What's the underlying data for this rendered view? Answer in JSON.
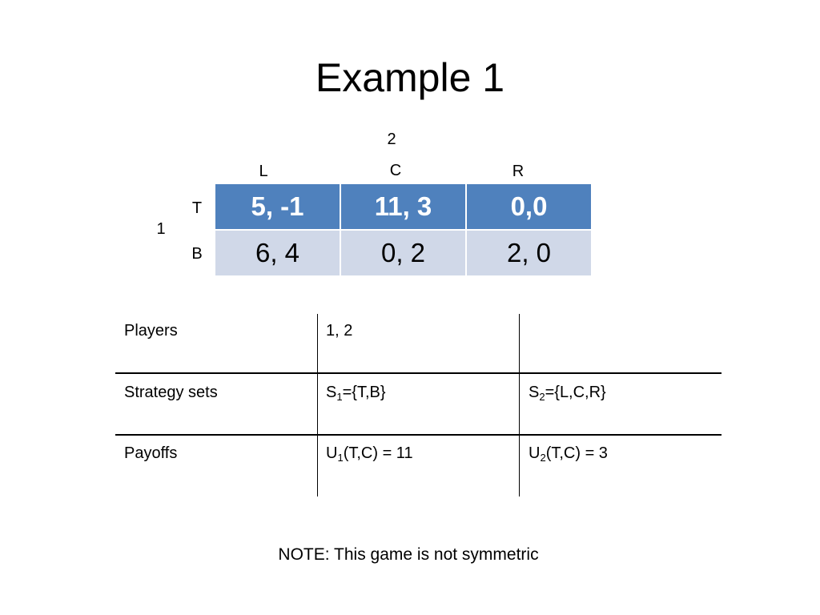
{
  "slide": {
    "title": "Example 1",
    "player2_label": "2",
    "player1_label": "1",
    "columns": [
      "L",
      "C",
      "R"
    ],
    "rows": [
      "T",
      "B"
    ],
    "payoffs": [
      [
        "5, -1",
        "11, 3",
        "0,0"
      ],
      [
        "6, 4",
        "0, 2",
        "2, 0"
      ]
    ]
  },
  "summary": {
    "players_label": "Players",
    "players_value": "1, 2",
    "strategy_label": "Strategy sets",
    "s1": {
      "base": "S",
      "sub": "1",
      "rest": "={T,B}"
    },
    "s2": {
      "base": "S",
      "sub": "2",
      "rest": "={L,C,R}"
    },
    "payoffs_label": "Payoffs",
    "u1": {
      "base": "U",
      "sub": "1",
      "rest": "(T,C) = 11"
    },
    "u2": {
      "base": "U",
      "sub": "2",
      "rest": "(T,C) = 3"
    }
  },
  "note": "NOTE: This game is not symmetric",
  "colors": {
    "header_row_bg": "#4f81bd",
    "second_row_bg": "#d0d8e8"
  }
}
